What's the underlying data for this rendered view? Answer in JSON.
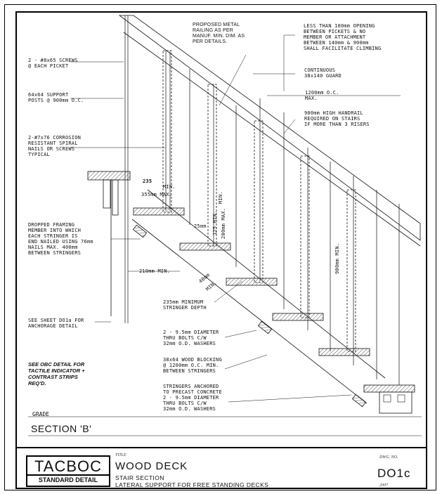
{
  "notes": {
    "railing": "PROPOSED METAL\nRAILING AS PER\nMANUF. MIN. DIM. AS\nPER DETAILS.",
    "opening": "LESS THAN 100mm OPENING\nBETWEEN PICKETS & NO\nMEMBER OR ATTACHMENT\nBETWEEN 140mm & 900mm\nSHALL FACILITATE CLIMBING",
    "screws": "2 - #8x65 SCREWS\n@ EACH PICKET",
    "guard": "CONTINUOUS\n38x140 GUARD",
    "support": "64x64 SUPPORT\nPOSTS @ 900mm O.C.",
    "spacing": "1200mm O.C.\nMAX.",
    "nails": "2-#7x76 CORROSION\nRESISTANT SPIRAL\nNAILS OR SCREWS\nTYPICAL",
    "handrail": "900mm HIGH HANDRAIL\nREQUIRED ON STAIRS\nIF MORE THAN 3 RISERS",
    "tread_min": "235",
    "tread_min_label": "MIN.",
    "tread_max": "355mm MAX.",
    "framing": "DROPPED FRAMING\nMEMBER INTO WHICH\nEACH STRINGER IS\nEND NAILED USING 76mm\nNAILS MAX. 400mm\nBETWEEN STRINGERS",
    "nosing": "25mm",
    "riser_min": "125 MIN.",
    "riser_max": "200mm MAX.",
    "rise_min": "MIN.",
    "rail_height": "900mm MIN.",
    "run_min": "210mm MIN.",
    "depth_40": "40mm",
    "depth_min": "MIN.",
    "stringer_depth": "235mm MINIMUM\nSTRINGER DEPTH",
    "anchorage": "SEE SHEET DO1a FOR\nANCHORAGE DETAIL",
    "bolts": "2 - 9.5mm DIAMETER\nTHRU BOLTS C/W\n32mm O.D. WASHERS",
    "obc_note": "SEE OBC DETAIL FOR\nTACTILE INDICATOR +\nCONTRAST STRIPS\nREQ'D.",
    "blocking": "38x64 WOOD BLOCKING\n@ 1200mm O.C. MIN.\nBETWEEN STRINGERS",
    "anchored": "STRINGERS ANCHORED\nTO PRECAST CONCRETE\n2 - 9.5mm DIAMETER\nTHRU BOLTS C/W\n32mm O.D. WASHERS",
    "grade": "GRADE"
  },
  "section_label": "SECTION 'B'",
  "title_block": {
    "logo_name": "TACBOC",
    "logo_sub": "STANDARD DETAIL",
    "title_caption": "TITLE",
    "title": "WOOD DECK",
    "subtitle_1": "STAIR SECTION",
    "subtitle_2": "LATERAL SUPPORT FOR FREE STANDING DECKS",
    "dwg_caption": "DWG. NO.",
    "dwg_no": "DO1c",
    "year": "2007"
  },
  "colors": {
    "ink": "#111111",
    "hatch": "#555555",
    "paper": "#ffffff"
  }
}
